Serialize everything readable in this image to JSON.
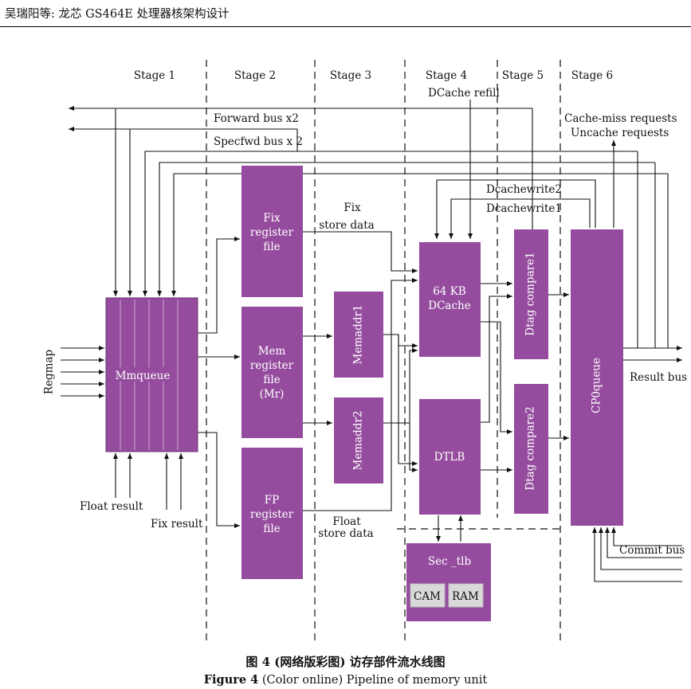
{
  "header": "吴瑞阳等: 龙芯 GS464E 处理器核架构设计",
  "stages": [
    "Stage 1",
    "Stage 2",
    "Stage 3",
    "Stage 4",
    "Stage 5",
    "Stage 6"
  ],
  "blocks": {
    "mmqueue": "Mmqueue",
    "fix_rf": [
      "Fix",
      "register",
      "file"
    ],
    "mem_rf": [
      "Mem",
      "register",
      "file",
      "(Mr)"
    ],
    "fp_rf": [
      "FP",
      "register",
      "file"
    ],
    "memaddr1": "Memaddr1",
    "memaddr2": "Memaddr2",
    "dcache": [
      "64 KB",
      "DCache"
    ],
    "dtlb": "DTLB",
    "dtag1": "Dtag compare1",
    "dtag2": "Dtag compare2",
    "cp0": "CP0queue",
    "sec_tlb": "Sec _tlb",
    "cam": "CAM",
    "ram": "RAM"
  },
  "labels": {
    "forward_bus": "Forward bus x2",
    "specfwd_bus": "Specfwd bus x 2",
    "dcache_refill": "DCache refill",
    "cache_miss": "Cache-miss requests",
    "uncache": "Uncache requests",
    "dcachewrite2": "Dcachewrite2",
    "dcachewrite1": "Dcachewrite1",
    "fix_store": [
      "Fix",
      "store data"
    ],
    "float_store": [
      "Float",
      "store data"
    ],
    "regmap": "Regmap",
    "float_result": "Float result",
    "fix_result": "Fix result",
    "result_bus": "Result bus",
    "commit_bus": "Commit bus"
  },
  "caption": {
    "cn": "图 4   (网络版彩图) 访存部件流水线图",
    "en_label": "Figure 4",
    "en_text": "  (Color online) Pipeline of memory unit"
  },
  "colors": {
    "block": "#954c9e",
    "block_dark": "#7a3a84",
    "grey_box": "#d9d9d9"
  }
}
